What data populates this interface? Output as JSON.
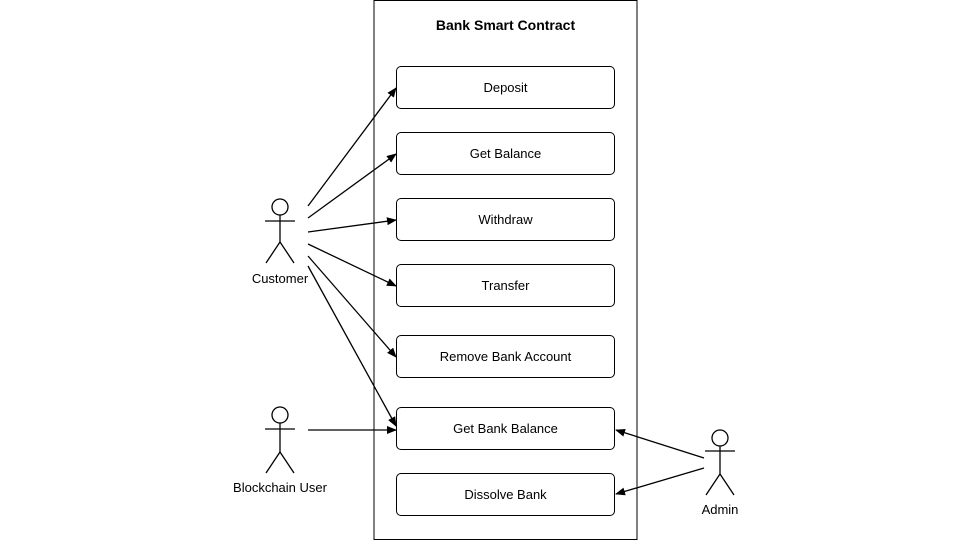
{
  "system": {
    "title": "Bank Smart Contract"
  },
  "use_cases": [
    "Deposit",
    "Get Balance",
    "Withdraw",
    "Transfer",
    "Remove Bank Account",
    "Get Bank Balance",
    "Dissolve Bank"
  ],
  "actors": {
    "customer": "Customer",
    "blockchain_user": "Blockchain User",
    "admin": "Admin"
  },
  "associations": [
    {
      "from": "Customer",
      "to": "Deposit"
    },
    {
      "from": "Customer",
      "to": "Get Balance"
    },
    {
      "from": "Customer",
      "to": "Withdraw"
    },
    {
      "from": "Customer",
      "to": "Transfer"
    },
    {
      "from": "Customer",
      "to": "Remove Bank Account"
    },
    {
      "from": "Customer",
      "to": "Get Bank Balance"
    },
    {
      "from": "Blockchain User",
      "to": "Get Bank Balance"
    },
    {
      "from": "Admin",
      "to": "Get Bank Balance"
    },
    {
      "from": "Admin",
      "to": "Dissolve Bank"
    }
  ]
}
